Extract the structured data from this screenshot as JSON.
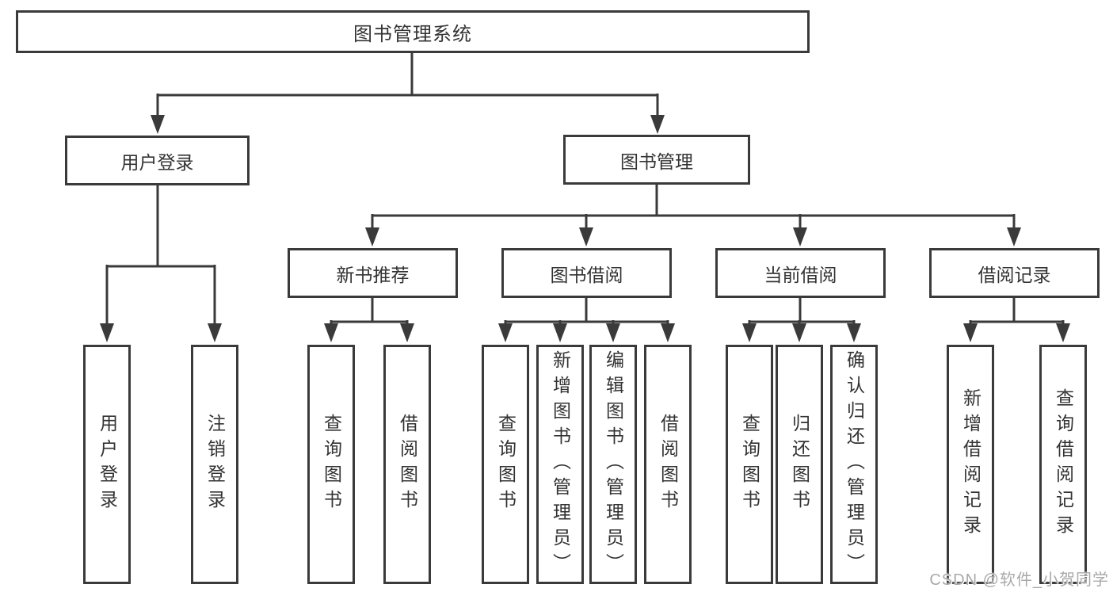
{
  "colors": {
    "line": "#3a3a3a",
    "text": "#333333",
    "watermark": "#a9a9a9",
    "background": "#ffffff"
  },
  "watermark": {
    "text": "CSDN @软件_小贺同学"
  },
  "tree": {
    "root": {
      "label": "图书管理系统"
    },
    "branches": [
      {
        "label": "用户登录",
        "children": [
          {
            "label": "用户登录"
          },
          {
            "label": "注销登录"
          }
        ]
      },
      {
        "label": "图书管理",
        "children": [
          {
            "label": "新书推荐",
            "children": [
              {
                "label": "查询图书"
              },
              {
                "label": "借阅图书"
              }
            ]
          },
          {
            "label": "图书借阅",
            "children": [
              {
                "label": "查询图书"
              },
              {
                "label": "新增图书（管理员）"
              },
              {
                "label": "编辑图书（管理员）"
              },
              {
                "label": "借阅图书"
              }
            ]
          },
          {
            "label": "当前借阅",
            "children": [
              {
                "label": "查询图书"
              },
              {
                "label": "归还图书"
              },
              {
                "label": "确认归还（管理员）"
              }
            ]
          },
          {
            "label": "借阅记录",
            "children": [
              {
                "label": "新增借阅记录"
              },
              {
                "label": "查询借阅记录"
              }
            ]
          }
        ]
      }
    ]
  }
}
